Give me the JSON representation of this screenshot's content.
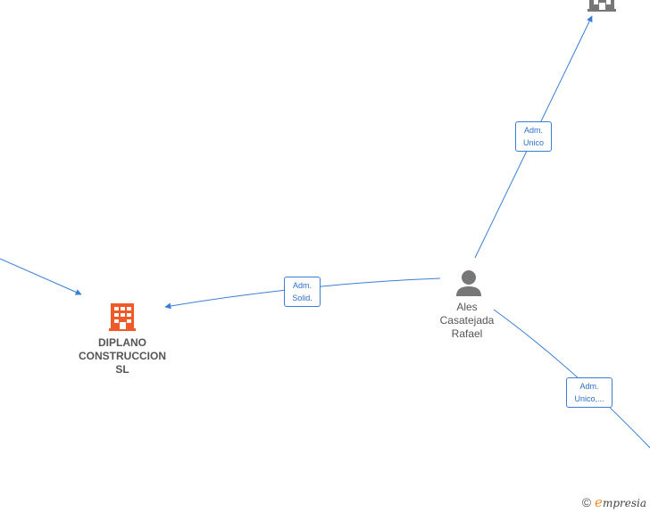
{
  "nodes": {
    "company_main": {
      "label_lines": [
        "DIPLANO",
        "CONSTRUCCION",
        "SL"
      ],
      "icon": "building-icon",
      "color": "#f05a28"
    },
    "person": {
      "label_lines": [
        "Ales",
        "Casatejada",
        "Rafael"
      ],
      "icon": "person-icon",
      "color": "#777777"
    },
    "company_top_right": {
      "icon": "building-icon",
      "color": "#777777"
    }
  },
  "edges": [
    {
      "id": "to-diplano",
      "label_lines": [
        "Adm.",
        "Solid."
      ]
    },
    {
      "id": "to-top-right",
      "label_lines": [
        "Adm.",
        "Unico"
      ]
    },
    {
      "id": "to-bottom-right",
      "label_lines": [
        "Adm.",
        "Unico,..."
      ]
    }
  ],
  "colors": {
    "edge": "#3a7fd5",
    "edge_label_text": "#2a6fc9"
  },
  "footer": {
    "copyright": "©",
    "brand_initial": "e",
    "brand_rest": "mpresia"
  }
}
